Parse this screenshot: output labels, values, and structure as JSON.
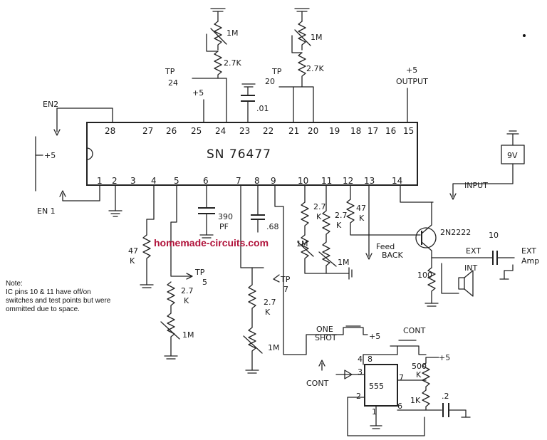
{
  "ic_main": {
    "name": "SN 76477",
    "top_pins": [
      "28",
      "27",
      "26",
      "25",
      "24",
      "23",
      "22",
      "21",
      "20",
      "19",
      "18",
      "17",
      "16",
      "15"
    ],
    "bottom_pins": [
      "1",
      "2",
      "3",
      "4",
      "5",
      "6",
      "7",
      "8",
      "9",
      "10",
      "11",
      "12",
      "13",
      "14"
    ]
  },
  "labels": {
    "en2": "EN2",
    "en1": "EN 1",
    "plus5_en": "+5",
    "plus5_pin25": "+5",
    "plus5_output": "+5",
    "output": "OUTPUT",
    "tp24": "TP",
    "tp24_num": "24",
    "tp20": "TP",
    "tp20_num": "20",
    "pot_top_left": "1M",
    "res_top_left": "2.7K",
    "pot_top_right": "1M",
    "res_top_right": "2.7K",
    "cap_23": ".01",
    "battery": "9V",
    "input": "INPUT",
    "transistor": "2N2222",
    "cap_10": "10",
    "ext": "EXT",
    "ext_amp": "EXT",
    "amp": "Amp",
    "int": "INT",
    "res_100": "100",
    "feed": "Feed",
    "back": "BACK",
    "res_4_top": "47",
    "res_4_bot": "K",
    "cap_6_top": "390",
    "cap_6_bot": "PF",
    "cap_8": ".68",
    "tp5": "TP",
    "tp5_num": "5",
    "res_5_top": "2.7",
    "res_5_bot": "K",
    "pot_5": "1M",
    "tp7": "TP",
    "tp7_num": "7",
    "res_7_top": "2.7",
    "res_7_bot": "K",
    "pot_7": "1M",
    "res_10_top": "2.7",
    "res_10_bot": "K",
    "pot_10": "1M",
    "res_11_top": "2.7",
    "res_11_bot": "K",
    "pot_11": "1M",
    "res_12_top": "47",
    "res_12_bot": "K",
    "one_shot_1": "ONE",
    "one_shot_2": "SHOT",
    "plus5_oneshot": "+5",
    "cont_top": "CONT",
    "plus5_cont": "+5",
    "cont_left": "CONT",
    "ic_555": "555",
    "p555_4": "4",
    "p555_8": "8",
    "p555_3": "3",
    "p555_7": "7",
    "p555_6": "6",
    "p555_2": "2",
    "p555_1": "1",
    "res_500k_top": "500",
    "res_500k_bot": "K",
    "res_1k": "1K",
    "cap_2": ".2"
  },
  "watermark": "homemade-circuits.com",
  "note": {
    "title": "Note:",
    "body": "IC pins 10 & 11 have off/on switches and test points but were ommitted due to space."
  }
}
